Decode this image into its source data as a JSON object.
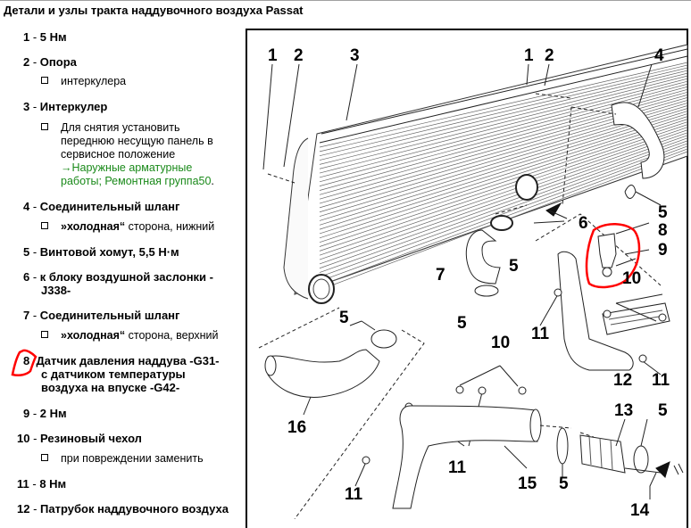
{
  "page": {
    "title": "Детали и узлы тракта наддувочного воздуха Passat"
  },
  "legend": {
    "items": [
      {
        "num": "1",
        "label": "5 Нм",
        "subs": []
      },
      {
        "num": "2",
        "label": "Опора",
        "subs": [
          "интеркулера"
        ]
      },
      {
        "num": "3",
        "label": "Интеркулер",
        "subs": [
          {
            "lines": [
              "Для снятия установить",
              "переднюю несущую панель в",
              "сервисное положение"
            ],
            "link_lines": [
              "→Наружные арматурные",
              "работы; Ремонтная группа50"
            ],
            "link_suffix": "."
          }
        ]
      },
      {
        "num": "4",
        "label": "Соединительный шланг",
        "subs": [
          {
            "bold": "»холодная“",
            "rest": " сторона, нижний"
          }
        ]
      },
      {
        "num": "5",
        "label": "Винтовой хомут, 5,5 Н·м",
        "subs": []
      },
      {
        "num": "6",
        "label_lines": [
          "к блоку воздушной заслонки -",
          "J338-"
        ],
        "subs": []
      },
      {
        "num": "7",
        "label": "Соединительный шланг",
        "subs": [
          {
            "bold": "»холодная“",
            "rest": " сторона, верхний"
          }
        ]
      },
      {
        "num": "8",
        "label_lines": [
          "Датчик давления наддува -G31-",
          "с датчиком температуры",
          "воздуха на впуске -G42-"
        ],
        "subs": [],
        "highlighted": true
      },
      {
        "num": "9",
        "label": "2 Нм",
        "subs": []
      },
      {
        "num": "10",
        "label": "Резиновый чехол",
        "subs": [
          "при повреждении заменить"
        ]
      },
      {
        "num": "11",
        "label": "8 Нм",
        "subs": []
      },
      {
        "num": "12",
        "label": "Патрубок наддувочного воздуха",
        "subs": []
      }
    ],
    "separator": " - "
  },
  "diagram": {
    "callouts": [
      "1",
      "2",
      "3",
      "1",
      "2",
      "4",
      "5",
      "6",
      "8",
      "9",
      "7",
      "5",
      "10",
      "5",
      "11",
      "12",
      "11",
      "5",
      "10",
      "16",
      "13",
      "5",
      "11",
      "15",
      "5",
      "11",
      "14"
    ],
    "highlight_color": "#ff0000",
    "link_color": "#1a8a1a"
  }
}
